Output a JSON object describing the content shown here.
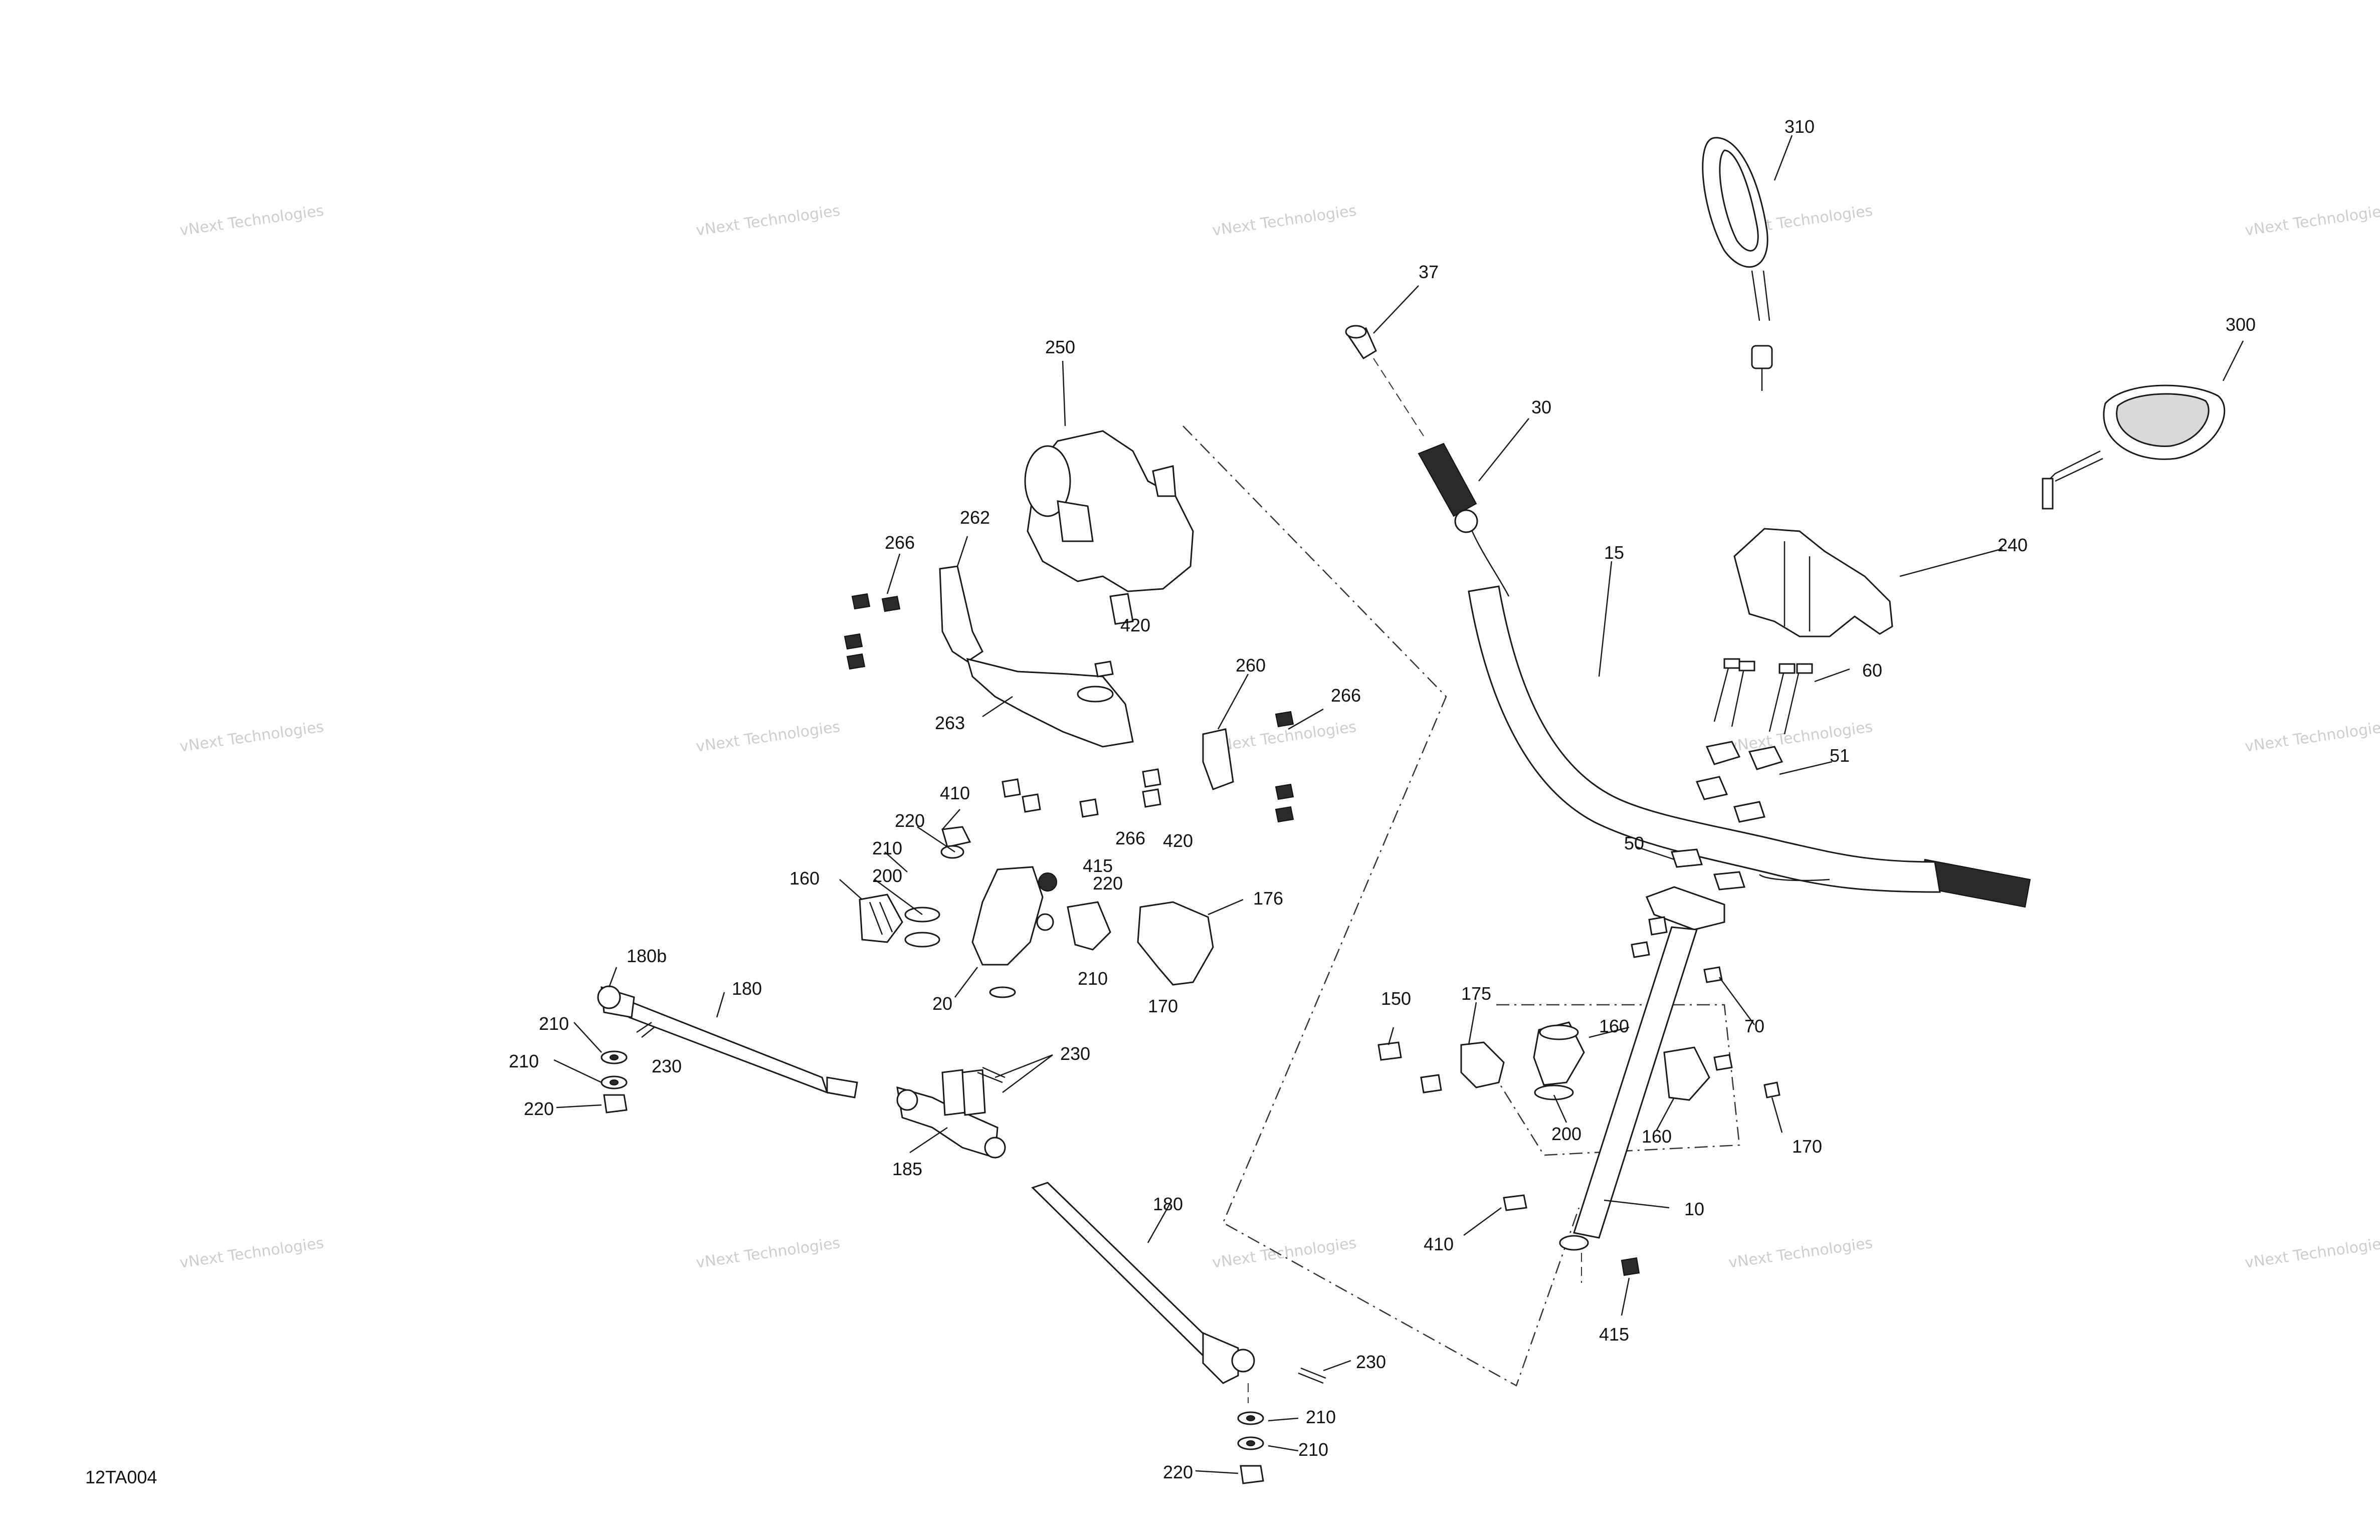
{
  "watermark": {
    "line1": "vNext Technologies",
    "line2": "vNext\nTechnologies"
  },
  "figure_code": "12TA004",
  "callouts": {
    "c310": "310",
    "c300": "300",
    "c37": "37",
    "c30": "30",
    "c15": "15",
    "c240": "240",
    "c250": "250",
    "c262": "262",
    "c266a": "266",
    "c420a": "420",
    "c260": "260",
    "c266b": "266",
    "c263": "263",
    "c410a": "410",
    "c266c": "266",
    "c420b": "420",
    "c220a": "220",
    "c210a": "210",
    "c415a": "415",
    "c220b": "220",
    "c200a": "200",
    "c160a": "160",
    "c176": "176",
    "c20": "20",
    "c210b": "210",
    "c170a": "170",
    "c180b": "180b",
    "c180a": "180",
    "c210c": "210",
    "c230a": "230",
    "c210d": "210",
    "c220c": "220",
    "c230b": "230",
    "c185": "185",
    "c180c": "180",
    "c230c": "230",
    "c210e": "210",
    "c210f": "210",
    "c220d": "220",
    "c60": "60",
    "c51": "51",
    "c50": "50",
    "c70": "70",
    "c150": "150",
    "c175": "175",
    "c160b": "160",
    "c200b": "200",
    "c160c": "160",
    "c170b": "170",
    "c10": "10",
    "c410b": "410",
    "c415b": "415"
  }
}
